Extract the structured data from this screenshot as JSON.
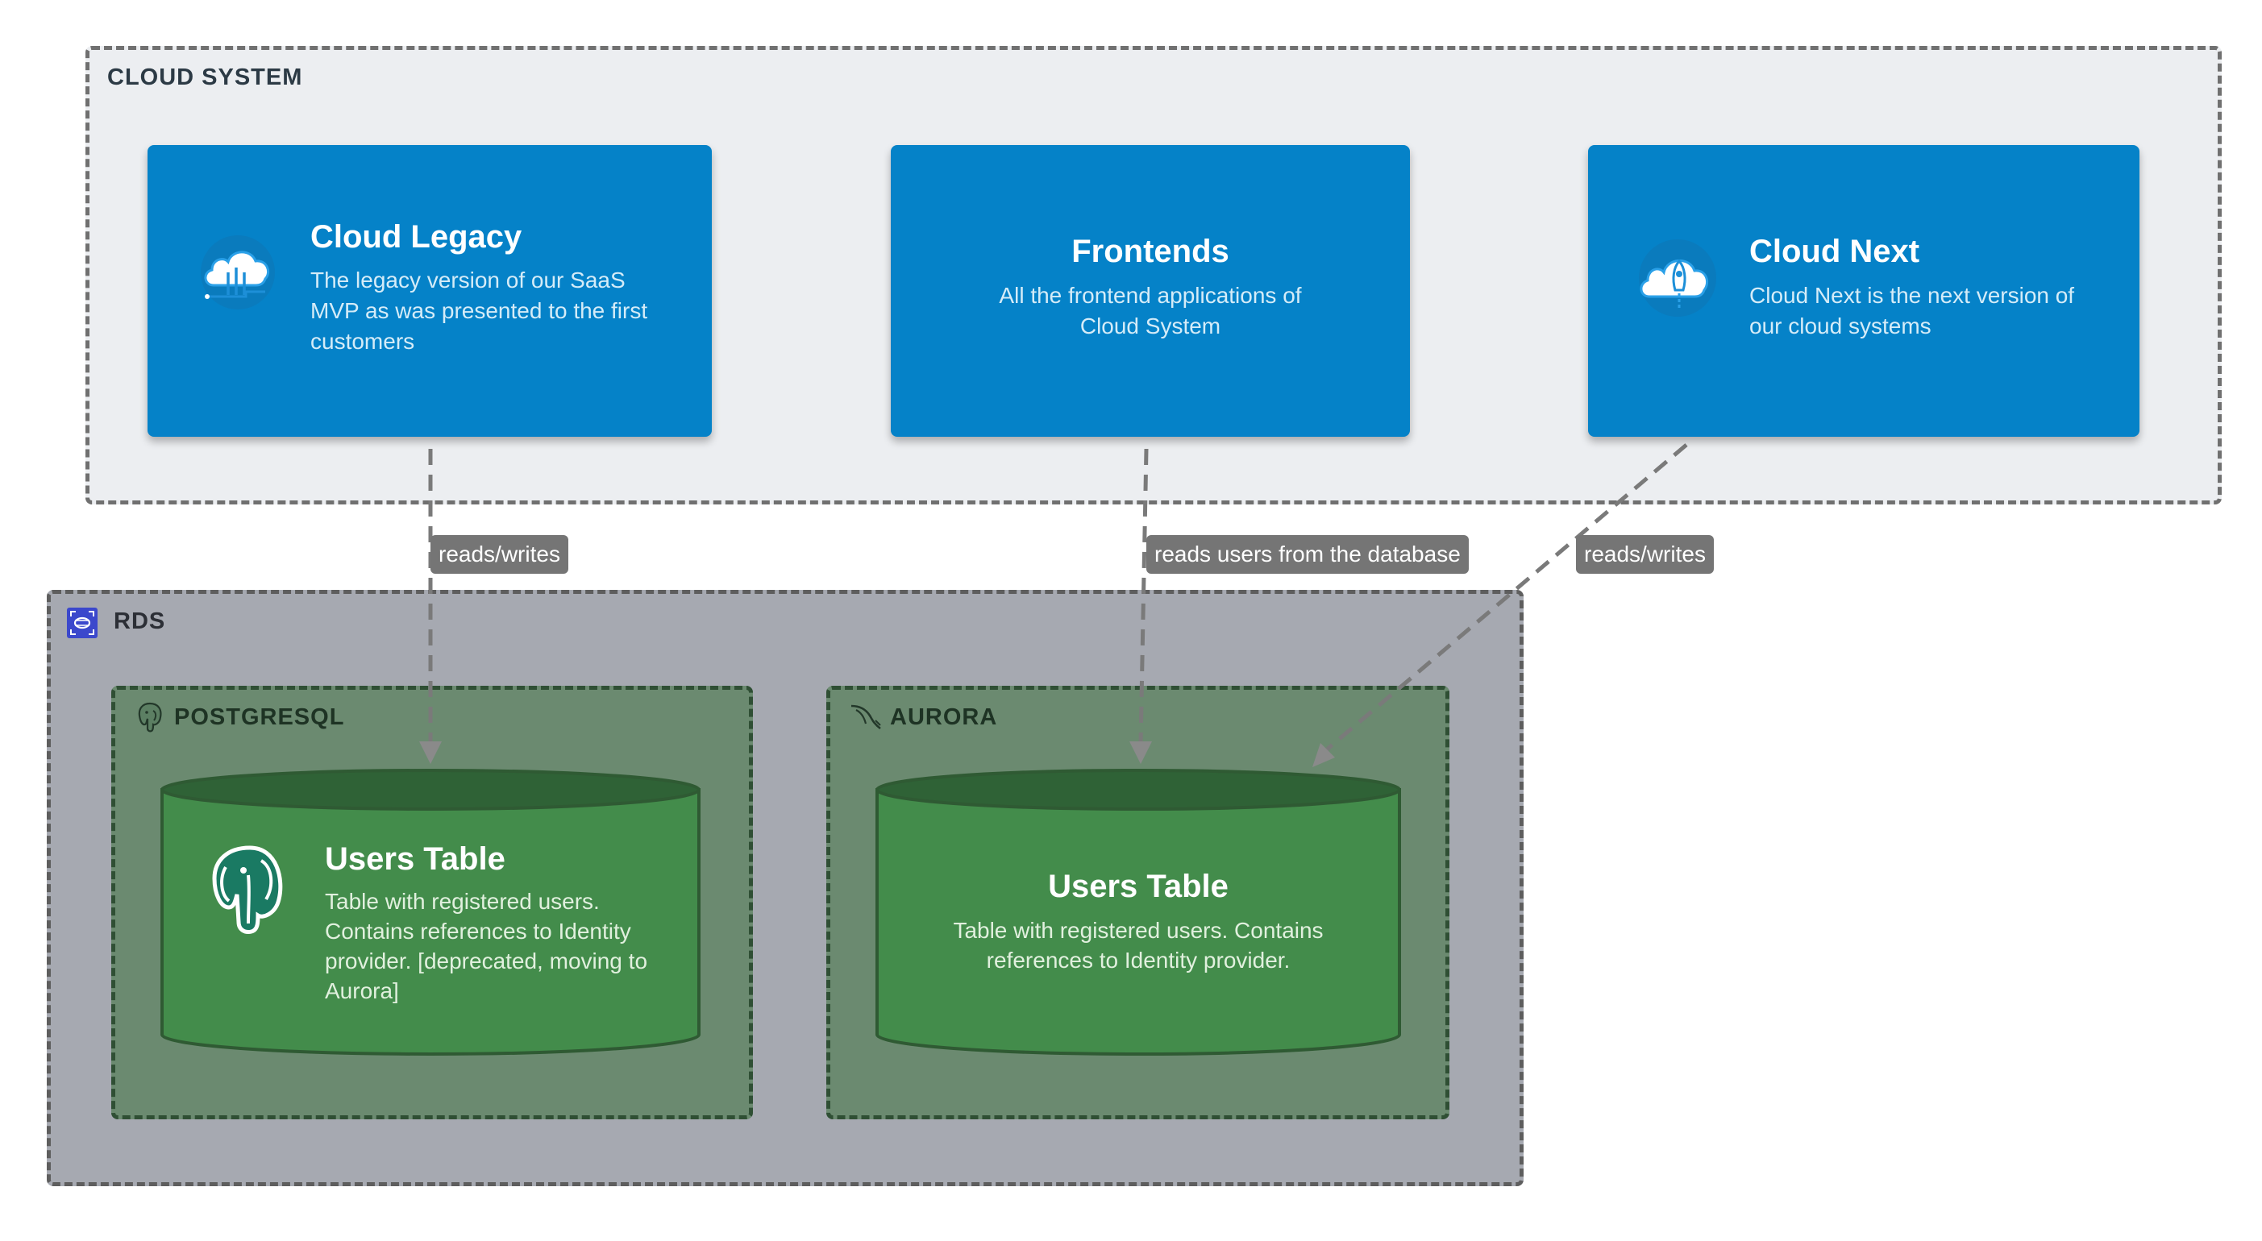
{
  "colors": {
    "system_bg": "#eceef1",
    "system_border": "#707070",
    "rds_bg": "#a6a9b1",
    "rds_border": "#5e5e5e",
    "db_group_bg": "#6b8a70",
    "db_group_border": "#2f4f34",
    "node_blue": "#0582c8",
    "cylinder_green": "#438c4b",
    "cylinder_top": "#2f6236",
    "edge": "#757575",
    "edge_label_bg": "#757575",
    "rds_icon": "#3b48cc"
  },
  "groups": {
    "cloud_system": "CLOUD SYSTEM",
    "rds": "RDS",
    "postgresql": "POSTGRESQL",
    "aurora": "AURORA"
  },
  "nodes": {
    "cloud_legacy": {
      "title": "Cloud Legacy",
      "description": "The legacy version of our SaaS MVP as was presented to the first customers",
      "icon": "cloud-legacy-icon"
    },
    "frontends": {
      "title": "Frontends",
      "description": "All the frontend applications of Cloud System"
    },
    "cloud_next": {
      "title": "Cloud Next",
      "description": "Cloud Next is the next version of our cloud systems",
      "icon": "cloud-rocket-icon"
    }
  },
  "databases": {
    "postgres_users": {
      "title": "Users Table",
      "description": "Table with registered users. Contains references to Identity provider. [deprecated, moving to Aurora]",
      "icon": "postgresql-elephant-icon"
    },
    "aurora_users": {
      "title": "Users Table",
      "description": "Table with registered users. Contains references to Identity provider."
    }
  },
  "edges": {
    "legacy_to_postgres": "reads/writes",
    "frontends_to_aurora": "reads users from the database",
    "next_to_aurora": "reads/writes"
  }
}
